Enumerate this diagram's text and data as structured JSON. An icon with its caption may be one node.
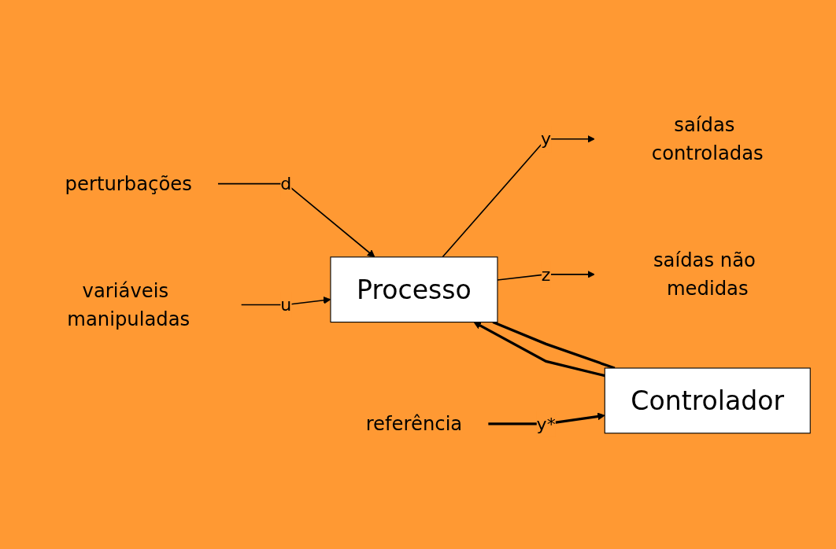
{
  "diagram": {
    "nodes": [
      {
        "text": [
          "perturbações"
        ]
      },
      {
        "text": [
          "variáveis manipuladas"
        ]
      },
      {
        "text": [
          "Processo"
        ]
      },
      {
        "text": [
          "Controlador"
        ]
      },
      {
        "text": [
          "referência"
        ]
      },
      {
        "text": [
          "saídas controladas"
        ]
      },
      {
        "text": [
          "saídas não medidas"
        ]
      }
    ],
    "edges": [
      {
        "from": 0,
        "to": 2,
        "arrow": "to",
        "label": "d"
      },
      {
        "from": 1,
        "to": 2,
        "arrow": "to",
        "label": "u"
      },
      {
        "from": 2,
        "to": 5,
        "arrow": "to",
        "label": "y"
      },
      {
        "from": 2,
        "to": 6,
        "arrow": "to",
        "label": "z"
      },
      {
        "from": 2,
        "to": 3,
        "arrow": "none",
        "style": "thick"
      },
      {
        "from": 3,
        "to": 2,
        "arrow": "to",
        "style": "thick"
      },
      {
        "from": 4,
        "to": 3,
        "arrow": "to",
        "style": "thick",
        "label": "y*"
      }
    ]
  }
}
